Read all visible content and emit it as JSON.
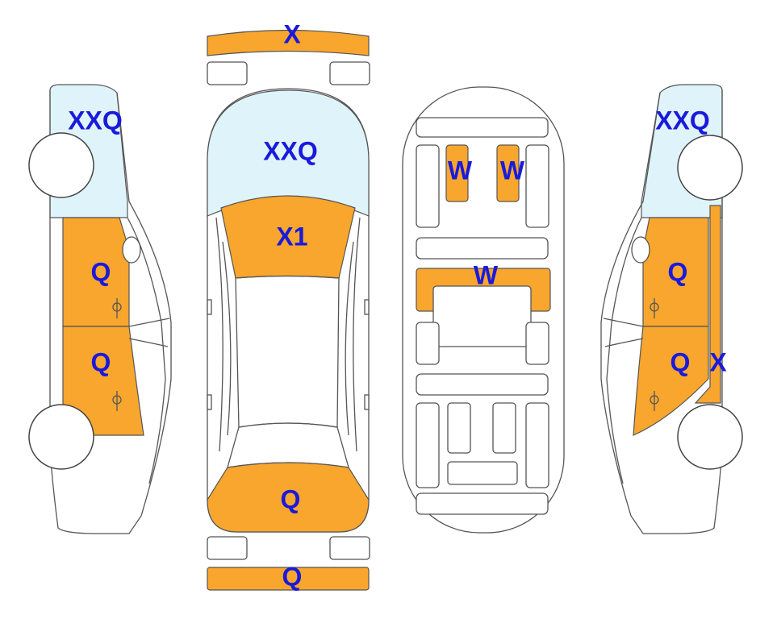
{
  "colors": {
    "damage": "#f8a62e",
    "glass": "#dff4fa",
    "label": "#1a1adb"
  },
  "labels": {
    "front_bumper": "X",
    "windshield": "XXQ",
    "hood": "X1",
    "trunk": "Q",
    "rear_bumper": "Q",
    "left_glass": "XXQ",
    "left_front_door": "Q",
    "left_rear_door": "Q",
    "right_glass": "XXQ",
    "right_front_door": "Q",
    "right_rear_door": "Q",
    "right_pillar": "X",
    "seat_front_left": "W",
    "seat_front_right": "W",
    "console": "W"
  }
}
